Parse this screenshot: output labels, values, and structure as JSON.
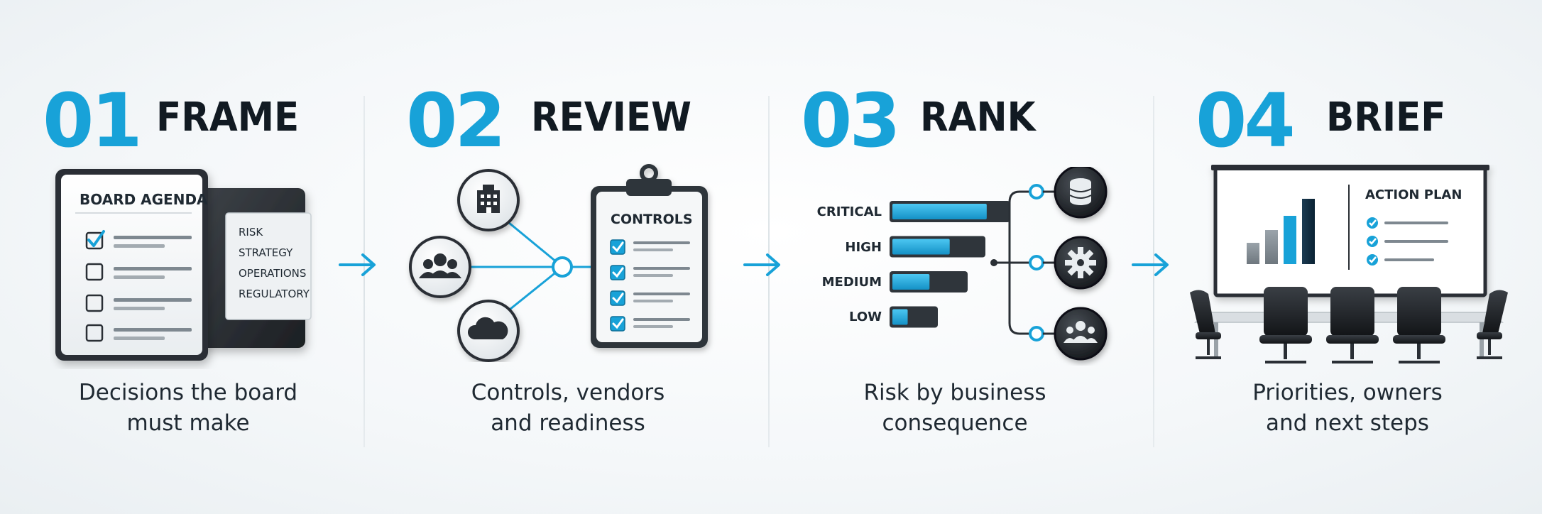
{
  "steps": [
    {
      "number": "01",
      "title": "FRAME",
      "caption_line1": "Decisions the board",
      "caption_line2": "must make",
      "agenda_title": "BOARD AGENDA",
      "tab_items": [
        "RISK",
        "STRATEGY",
        "OPERATIONS",
        "REGULATORY"
      ],
      "checked_count": 1
    },
    {
      "number": "02",
      "title": "REVIEW",
      "caption_line1": "Controls, vendors",
      "caption_line2": "and readiness",
      "clipboard_title": "CONTROLS",
      "node_icons": [
        "building-icon",
        "people-icon",
        "cloud-icon"
      ]
    },
    {
      "number": "03",
      "title": "RANK",
      "caption_line1": "Risk by business",
      "caption_line2": "consequence",
      "levels": [
        {
          "label": "CRITICAL",
          "fill": 0.8
        },
        {
          "label": "HIGH",
          "fill": 0.62
        },
        {
          "label": "MEDIUM",
          "fill": 0.5
        },
        {
          "label": "LOW",
          "fill": 0.35
        }
      ],
      "node_icons": [
        "database-icon",
        "gear-icon",
        "group-icon"
      ]
    },
    {
      "number": "04",
      "title": "BRIEF",
      "caption_line1": "Priorities, owners",
      "caption_line2": "and next steps",
      "screen_title": "ACTION PLAN"
    }
  ],
  "colors": {
    "accent": "#18a2d8",
    "dark": "#111a22",
    "text": "#1f2932"
  }
}
